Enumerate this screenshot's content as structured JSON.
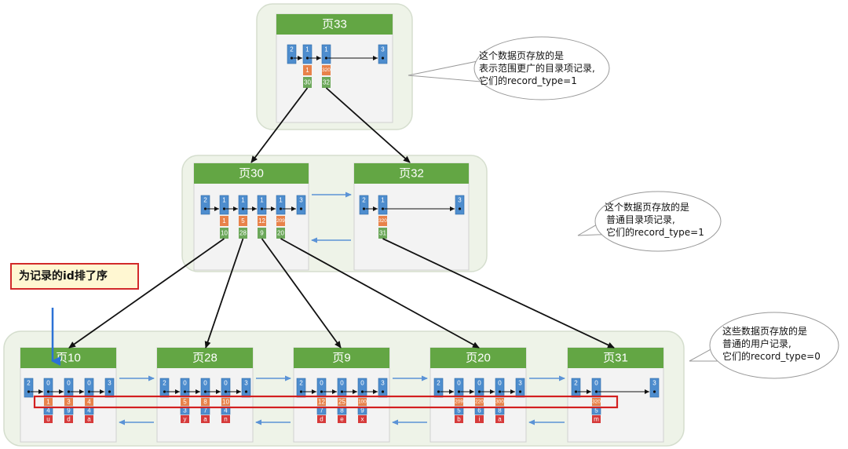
{
  "pages": [
    {
      "id": "p33",
      "title": "页33",
      "level": "top",
      "records": [
        {
          "top": "2",
          "mid": "",
          "low": ""
        },
        {
          "top": "1",
          "mid": "1",
          "low": "30"
        },
        {
          "top": "1",
          "mid": "320",
          "low": "32"
        },
        {
          "top": "3",
          "mid": "",
          "low": ""
        }
      ]
    },
    {
      "id": "p30",
      "title": "页30",
      "level": "mid",
      "records": [
        {
          "top": "2",
          "mid": "",
          "low": ""
        },
        {
          "top": "1",
          "mid": "1",
          "low": "10"
        },
        {
          "top": "1",
          "mid": "5",
          "low": "28"
        },
        {
          "top": "1",
          "mid": "12",
          "low": "9"
        },
        {
          "top": "1",
          "mid": "209",
          "low": "20"
        },
        {
          "top": "3",
          "mid": "",
          "low": ""
        }
      ]
    },
    {
      "id": "p32",
      "title": "页32",
      "level": "mid",
      "records": [
        {
          "top": "2",
          "mid": "",
          "low": ""
        },
        {
          "top": "1",
          "mid": "320",
          "low": "31"
        },
        {
          "top": "3",
          "mid": "",
          "low": ""
        }
      ]
    },
    {
      "id": "p10",
      "title": "页10",
      "level": "leaf",
      "records": [
        {
          "top": "2",
          "a": "",
          "b": "",
          "c": ""
        },
        {
          "top": "0",
          "a": "1",
          "b": "4",
          "c": "u"
        },
        {
          "top": "0",
          "a": "3",
          "b": "9",
          "c": "d"
        },
        {
          "top": "0",
          "a": "4",
          "b": "4",
          "c": "a"
        },
        {
          "top": "3",
          "a": "",
          "b": "",
          "c": ""
        }
      ]
    },
    {
      "id": "p28",
      "title": "页28",
      "level": "leaf",
      "records": [
        {
          "top": "2",
          "a": "",
          "b": "",
          "c": ""
        },
        {
          "top": "0",
          "a": "5",
          "b": "3",
          "c": "y"
        },
        {
          "top": "0",
          "a": "8",
          "b": "7",
          "c": "a"
        },
        {
          "top": "0",
          "a": "10",
          "b": "4",
          "c": "n"
        },
        {
          "top": "3",
          "a": "",
          "b": "",
          "c": ""
        }
      ]
    },
    {
      "id": "p9",
      "title": "页9",
      "level": "leaf",
      "records": [
        {
          "top": "2",
          "a": "",
          "b": "",
          "c": ""
        },
        {
          "top": "0",
          "a": "12",
          "b": "7",
          "c": "d"
        },
        {
          "top": "0",
          "a": "25",
          "b": "8",
          "c": "e"
        },
        {
          "top": "0",
          "a": "100",
          "b": "9",
          "c": "x"
        },
        {
          "top": "3",
          "a": "",
          "b": "",
          "c": ""
        }
      ]
    },
    {
      "id": "p20",
      "title": "页20",
      "level": "leaf",
      "records": [
        {
          "top": "2",
          "a": "",
          "b": "",
          "c": ""
        },
        {
          "top": "0",
          "a": "209",
          "b": "5",
          "c": "b"
        },
        {
          "top": "0",
          "a": "220",
          "b": "6",
          "c": "i"
        },
        {
          "top": "0",
          "a": "300",
          "b": "8",
          "c": "a"
        },
        {
          "top": "3",
          "a": "",
          "b": "",
          "c": ""
        }
      ]
    },
    {
      "id": "p31",
      "title": "页31",
      "level": "leaf",
      "records": [
        {
          "top": "2",
          "a": "",
          "b": "",
          "c": ""
        },
        {
          "top": "0",
          "a": "320",
          "b": "5",
          "c": "m"
        },
        {
          "top": "3",
          "a": "",
          "b": "",
          "c": ""
        }
      ]
    }
  ],
  "callouts": [
    {
      "id": "c1",
      "lines": [
        "这个数据页存放的是",
        "表示范围更广的目录项记录,",
        "它们的record_type=1"
      ]
    },
    {
      "id": "c2",
      "lines": [
        "这个数据页存放的是",
        "普通目录项记录,",
        "它们的record_type=1"
      ]
    },
    {
      "id": "c3",
      "lines": [
        "这些数据页存放的是",
        "普通的用户记录,",
        "它们的record_type=0"
      ]
    }
  ],
  "note": {
    "label": "为记录的id排了序"
  },
  "colors": {
    "pageHeader": "#63a644",
    "recordBlue": "#4e8dce",
    "keyOrange": "#e8824a",
    "pageNoGreen": "#6ca85a",
    "valueRed": "#d63a3a",
    "highlight": "#d32020",
    "siblingArrow": "#5b93d6"
  }
}
